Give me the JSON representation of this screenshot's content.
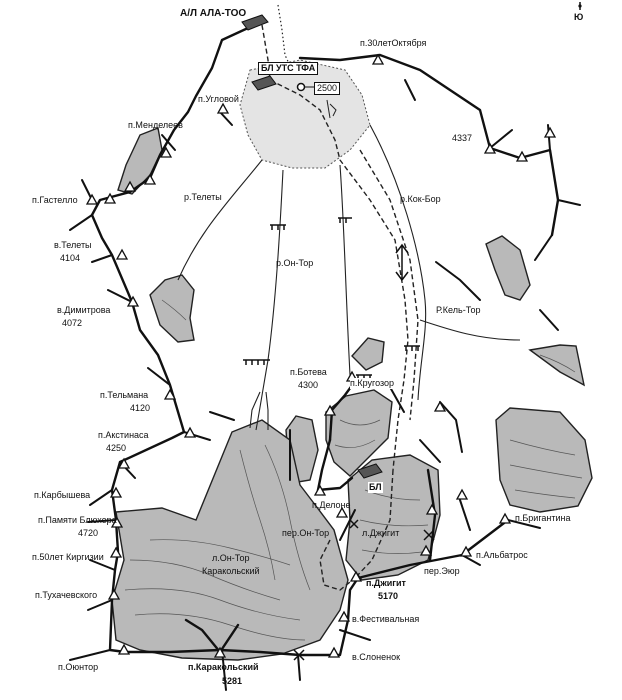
{
  "map": {
    "compass": "Ю",
    "base_camp": "А/Л АЛА-ТОО",
    "hut_top": "БЛ УТС ТФА",
    "hut_altitude": "2500",
    "hut_bottom": "БЛ",
    "peaks": {
      "oktyabrya": "п.30летОктября",
      "uglovoy": "п.Угловой",
      "mendeleev": "п.Менделеев",
      "gastello": "п.Гастелло",
      "telety": "в.Телеты",
      "telety_alt": "4104",
      "dimitrova": "в.Димитрова",
      "dimitrova_alt": "4072",
      "telmana": "п.Тельмана",
      "telmana_alt": "4120",
      "akstinasa": "п.Акстинаса",
      "akstinasa_alt": "4250",
      "karbysheva": "п.Карбышева",
      "blyukhera": "п.Памяти Блюхера",
      "blyukhera_alt": "4720",
      "kirgizii": "п.50лет Киргизии",
      "tukhachevskogo": "п.Тухачевского",
      "oyuntor": "п.Оюнтор",
      "karakolsky": "п.Каракольский",
      "karakolsky_alt": "5281",
      "dzhigit": "п.Джигит",
      "dzhigit_alt": "5170",
      "boteva": "п.Ботева",
      "boteva_alt": "4300",
      "krugozor": "п.Кругозор",
      "brigantina": "п.Бригантина",
      "albatros": "п.Альбатрос",
      "festivalnaya": "в.Фестивальная",
      "slonenok": "в.Слоненок",
      "alt_4337": "4337"
    },
    "passes": {
      "delone": "п.Делоне",
      "on_tor": "пер.Он-Тор",
      "eyur": "пер.Эюр"
    },
    "glaciers": {
      "dzhigit": "л.Джигит",
      "on_tor_karakolsky_line1": "л.Он-Тор",
      "on_tor_karakolsky_line2": "Каракольский"
    },
    "rivers": {
      "telety": "р.Телеты",
      "on_tor": "р.Он-Тор",
      "kok_bor": "р.Кок-Бор",
      "kel_tor": "Р.Кель-Тор"
    }
  }
}
